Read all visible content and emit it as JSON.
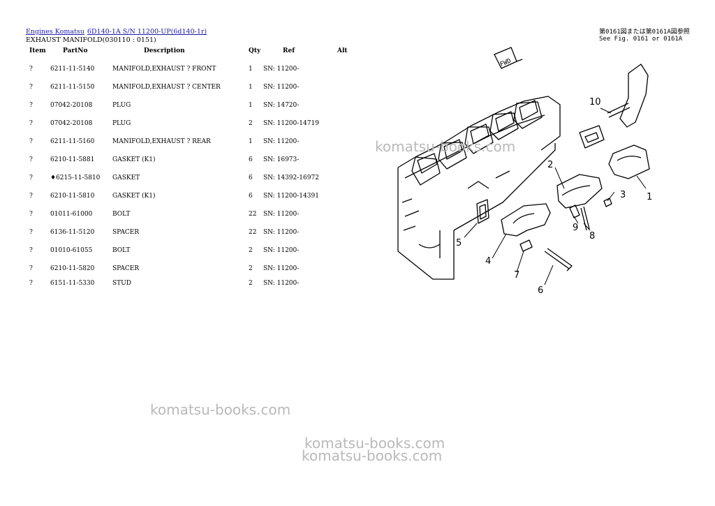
{
  "breadcrumb": {
    "link1": "Engines Komatsu",
    "link2": "6D140-1A S/N 11200-UP(6d140-1r)"
  },
  "subtitle": "EXHAUST MANIFOLD(030110 : 0151)",
  "table": {
    "headers": [
      "Item",
      "PartNo",
      "Description",
      "Qty",
      "Ref",
      "Alt"
    ],
    "rows": [
      {
        "item": "?",
        "part": "6211-11-5140",
        "desc": "MANIFOLD,EXHAUST ? FRONT",
        "qty": "1",
        "ref": "SN: 11200-",
        "alt": ""
      },
      {
        "item": "?",
        "part": "6211-11-5150",
        "desc": "MANIFOLD,EXHAUST ? CENTER",
        "qty": "1",
        "ref": "SN: 11200-",
        "alt": ""
      },
      {
        "item": "?",
        "part": "07042-20108",
        "desc": "PLUG",
        "qty": "1",
        "ref": "SN: 14720-",
        "alt": ""
      },
      {
        "item": "?",
        "part": "07042-20108",
        "desc": "PLUG",
        "qty": "2",
        "ref": "SN: 11200-14719",
        "alt": ""
      },
      {
        "item": "?",
        "part": "6211-11-5160",
        "desc": "MANIFOLD,EXHAUST ? REAR",
        "qty": "1",
        "ref": "SN: 11200-",
        "alt": ""
      },
      {
        "item": "?",
        "part": "6210-11-5881",
        "desc": "GASKET (K1)",
        "qty": "6",
        "ref": "SN: 16973-",
        "alt": ""
      },
      {
        "item": "?",
        "part": "♦6215-11-5810",
        "desc": "GASKET",
        "qty": "6",
        "ref": "SN: 14392-16972",
        "alt": ""
      },
      {
        "item": "?",
        "part": "6210-11-5810",
        "desc": "GASKET (K1)",
        "qty": "6",
        "ref": "SN: 11200-14391",
        "alt": ""
      },
      {
        "item": "?",
        "part": "01011-61000",
        "desc": "BOLT",
        "qty": "22",
        "ref": "SN: 11200-",
        "alt": ""
      },
      {
        "item": "?",
        "part": "6136-11-5120",
        "desc": "SPACER",
        "qty": "22",
        "ref": "SN: 11200-",
        "alt": ""
      },
      {
        "item": "?",
        "part": "01010-61055",
        "desc": "BOLT",
        "qty": "2",
        "ref": "SN: 11200-",
        "alt": ""
      },
      {
        "item": "?",
        "part": "6210-11-5820",
        "desc": "SPACER",
        "qty": "2",
        "ref": "SN: 11200-",
        "alt": ""
      },
      {
        "item": "?",
        "part": "6151-11-5330",
        "desc": "STUD",
        "qty": "2",
        "ref": "SN: 11200-",
        "alt": ""
      }
    ]
  },
  "diagram": {
    "note_jp": "第0161図または第0161A図参照",
    "note_en": "See Fig. 0161 or 0161A",
    "fwd_label": "FWD",
    "callouts": [
      "1",
      "2",
      "3",
      "4",
      "5",
      "6",
      "7",
      "8",
      "9",
      "10"
    ]
  },
  "watermark": "komatsu-books.com"
}
